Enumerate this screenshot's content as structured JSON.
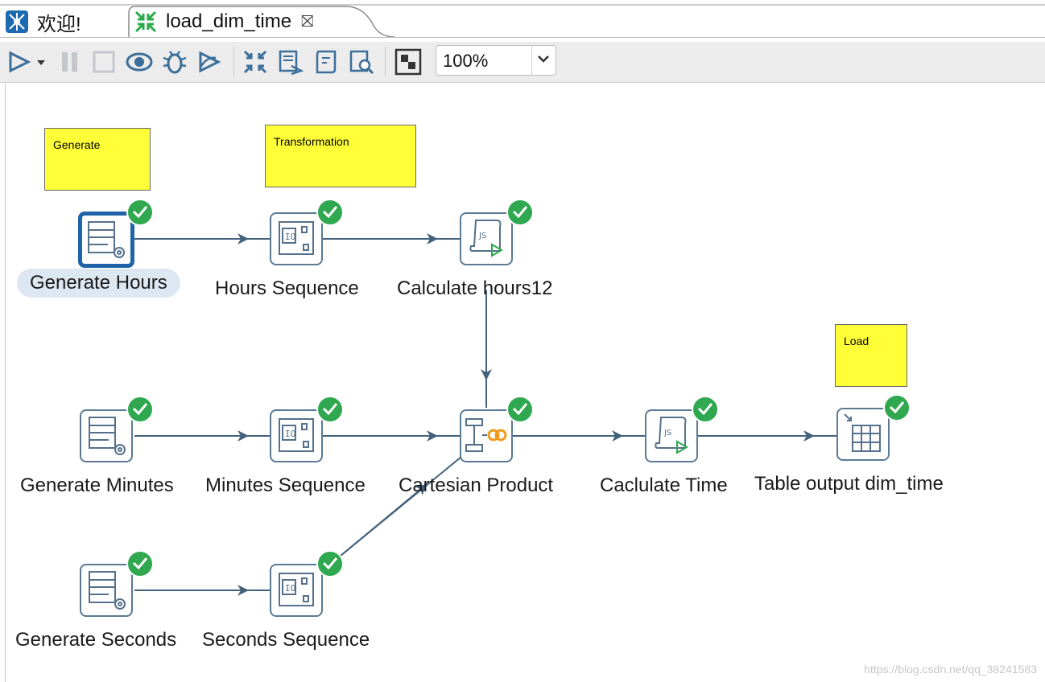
{
  "tabs": [
    {
      "label": "欢迎!",
      "icon": "spoon-icon"
    },
    {
      "label": "load_dim_time",
      "icon": "transformation-icon",
      "close_icon": "close-icon"
    }
  ],
  "toolbar": {
    "buttons": [
      "run-icon",
      "run-dropdown-icon",
      "pause-icon",
      "stop-icon",
      "preview-icon",
      "debug-icon",
      "replay-icon",
      "verify-icon",
      "impact-icon",
      "sql-icon",
      "explore-db-icon",
      "show-results-icon"
    ],
    "zoom_value": "100%"
  },
  "notes": [
    {
      "text": "Generate"
    },
    {
      "text": "Transformation"
    },
    {
      "text": "Load"
    }
  ],
  "steps": [
    {
      "label": "Generate Hours",
      "type": "generate-rows",
      "selected": true
    },
    {
      "label": "Hours Sequence",
      "type": "add-sequence"
    },
    {
      "label": "Calculate hours12",
      "type": "javascript"
    },
    {
      "label": "Generate Minutes",
      "type": "generate-rows"
    },
    {
      "label": "Minutes Sequence",
      "type": "add-sequence"
    },
    {
      "label": "Cartesian Product",
      "type": "join-rows"
    },
    {
      "label": "Caclulate Time",
      "type": "javascript"
    },
    {
      "label": "Table output dim_time",
      "type": "table-output"
    },
    {
      "label": "Generate Seconds",
      "type": "generate-rows"
    },
    {
      "label": "Seconds Sequence",
      "type": "add-sequence"
    }
  ],
  "hops": [
    [
      "Generate Hours",
      "Hours Sequence"
    ],
    [
      "Hours Sequence",
      "Calculate hours12"
    ],
    [
      "Calculate hours12",
      "Cartesian Product"
    ],
    [
      "Generate Minutes",
      "Minutes Sequence"
    ],
    [
      "Minutes Sequence",
      "Cartesian Product"
    ],
    [
      "Cartesian Product",
      "Caclulate Time"
    ],
    [
      "Caclulate Time",
      "Table output dim_time"
    ],
    [
      "Generate Seconds",
      "Seconds Sequence"
    ],
    [
      "Seconds Sequence",
      "Cartesian Product"
    ]
  ],
  "status_icon": "check-icon",
  "watermark": "https://blog.csdn.net/qq_38241583",
  "colors": {
    "note": "#ffff38",
    "check": "#2fa84f",
    "hop": "#44627c",
    "selected_border": "#1f64a8"
  }
}
